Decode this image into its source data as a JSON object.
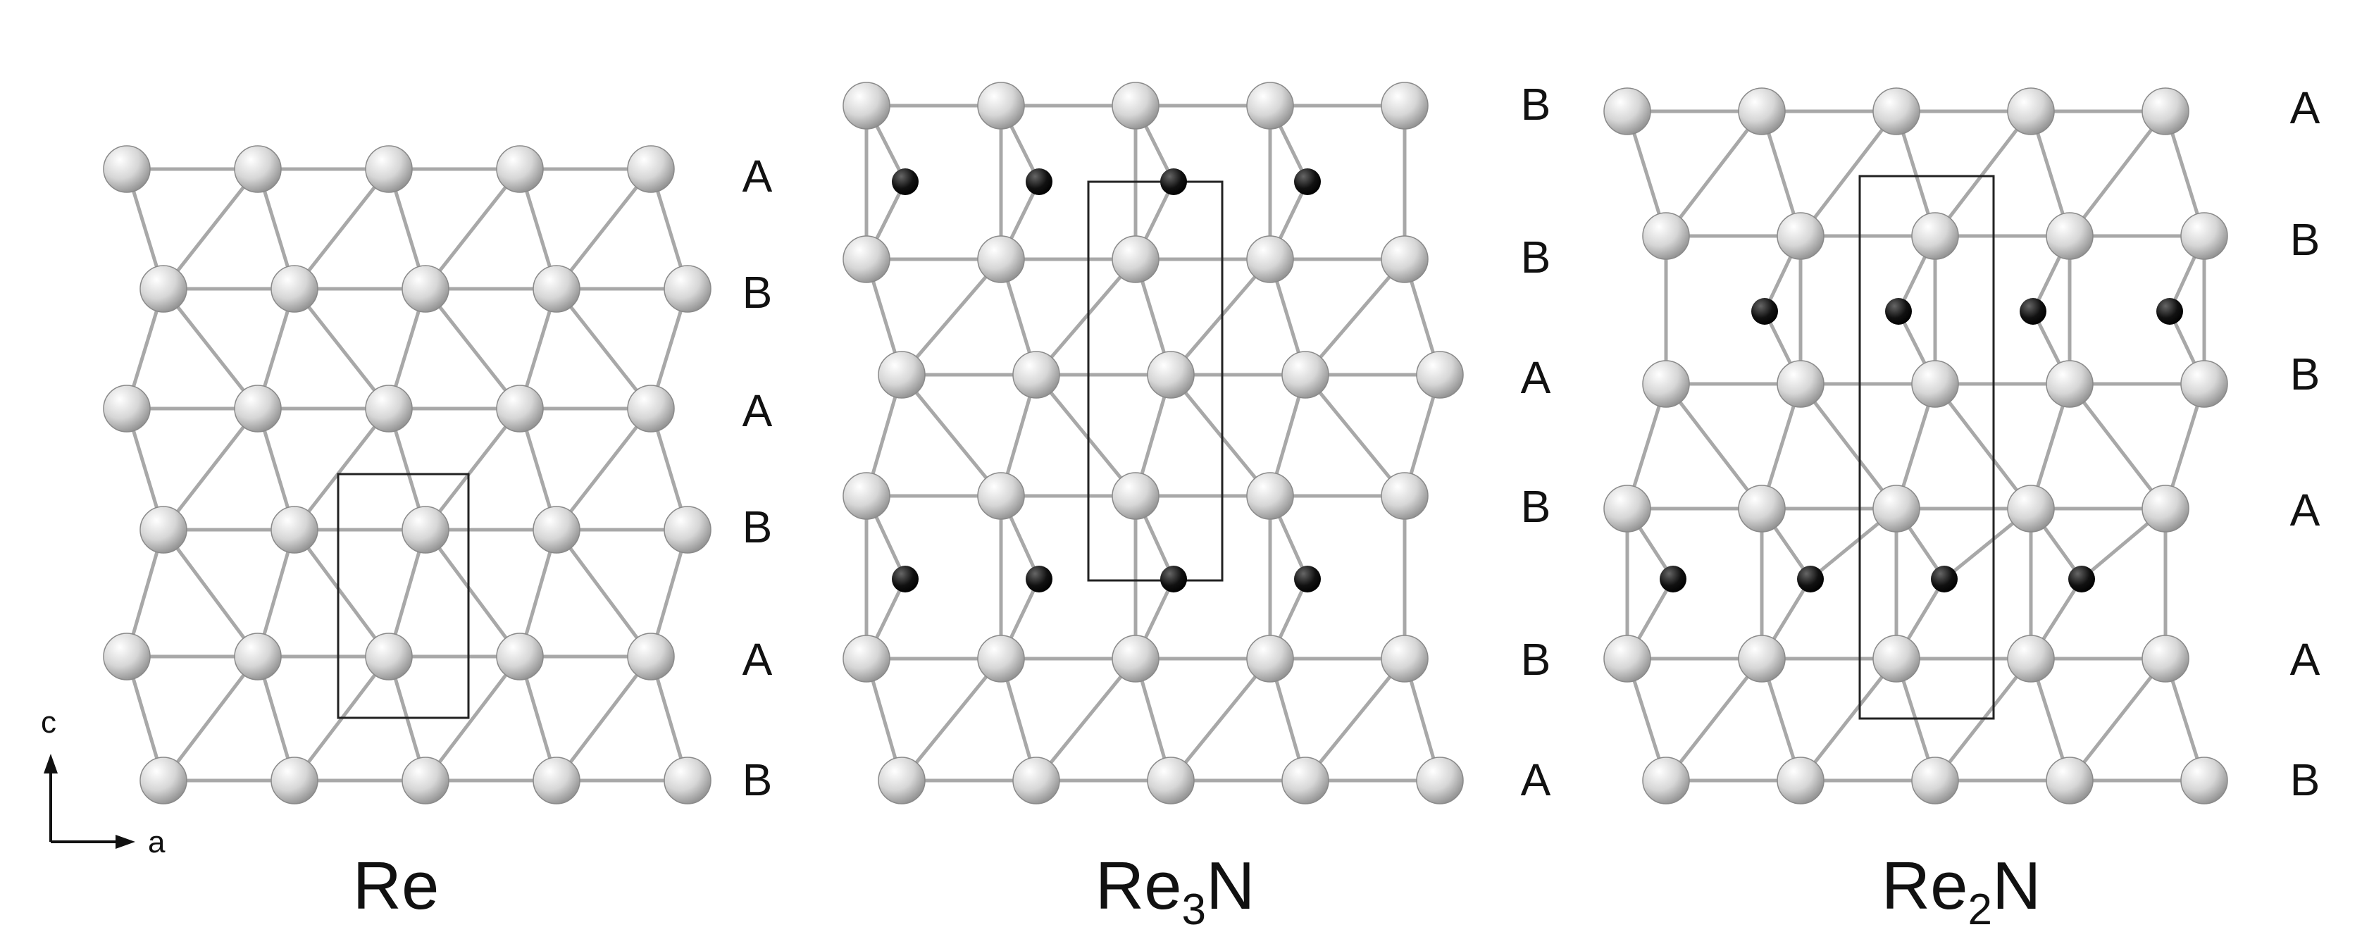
{
  "axes": {
    "vertical": "c",
    "horizontal": "a"
  },
  "panels": [
    {
      "title": {
        "main": "Re",
        "subscript": ""
      },
      "stacking": [
        "A",
        "B",
        "A",
        "B",
        "A",
        "B"
      ]
    },
    {
      "title": {
        "main": "Re",
        "subscript": "3",
        "tail": "N"
      },
      "stacking": [
        "B",
        "B",
        "A",
        "B",
        "B",
        "A"
      ]
    },
    {
      "title": {
        "main": "Re",
        "subscript": "2",
        "tail": "N"
      },
      "stacking": [
        "A",
        "B",
        "B",
        "A",
        "A",
        "B"
      ]
    }
  ],
  "colors": {
    "re_atom": "#d9d9d9",
    "n_atom": "#111111",
    "bond": "#a8a8a8",
    "cell": "#222222"
  }
}
